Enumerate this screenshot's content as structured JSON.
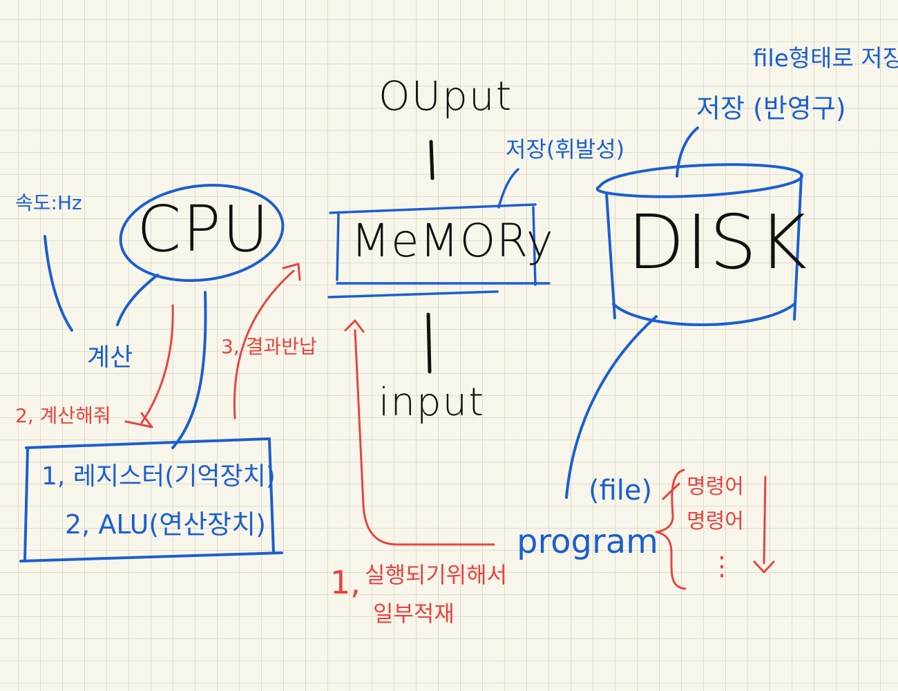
{
  "colors": {
    "background": "#f8f6ea",
    "ink": "#111111",
    "blue": "#1a5fd0",
    "red": "#e8423f"
  },
  "labels": {
    "output": "OUput",
    "input": "input",
    "memory": "MeMORy",
    "cpu": "CPU",
    "disk": "DISK",
    "file_form": "file형태로 저장",
    "disk_store": "저장 (반영구)",
    "memory_store": "저장(휘발성)",
    "cpu_speed": "속도:Hz",
    "compute": "계산",
    "step2_compute": "2, 계산해줘",
    "step3_return": "3, 결과반납",
    "register": "1, 레지스터(기억장치)",
    "alu": "2, ALU(연산장치)",
    "file": "(file)",
    "program": "program",
    "instr1": "명령어",
    "instr2": "명령어",
    "instr_dots": "⋮",
    "step1_num": "1,",
    "step1_line1": "실행되기위해서",
    "step1_line2": "일부적재"
  }
}
